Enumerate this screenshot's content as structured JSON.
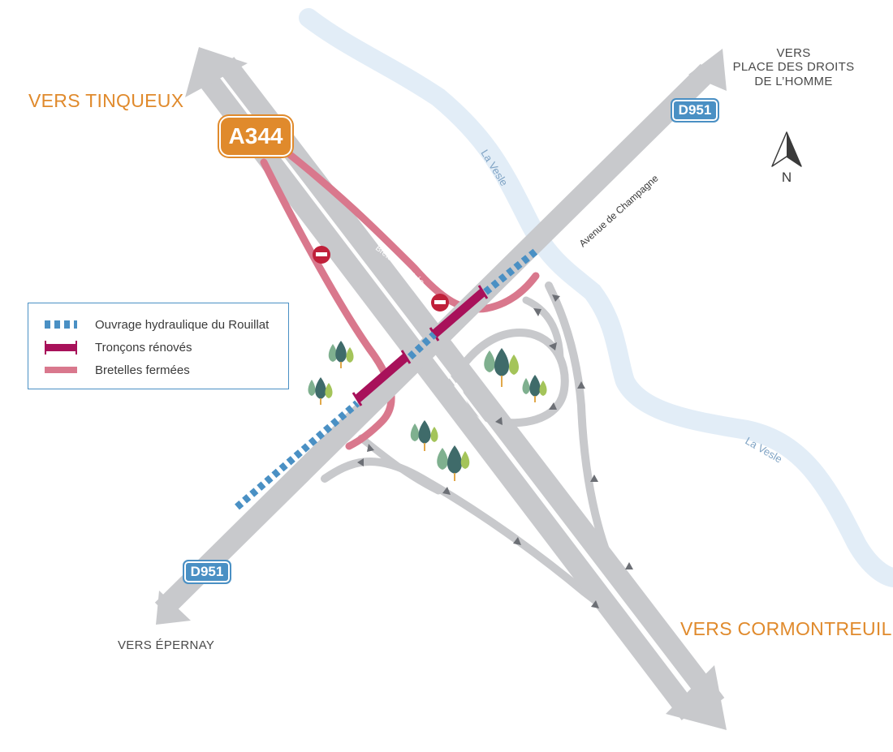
{
  "destinations": {
    "tinqueux": "VERS TINQUEUX",
    "cormontreuil": "VERS CORMONTREUIL",
    "epernay": "VERS ÉPERNAY",
    "place_droits_homme": [
      "VERS",
      "PLACE DES DROITS",
      "DE L’HOMME"
    ]
  },
  "roads": {
    "motorway_shield": "A344",
    "departmental_shield_ne": "D951",
    "departmental_shield_sw": "D951",
    "avenue_label": "Avenue de Champagne",
    "entry_ramp_label": "Bretelle d’entrée",
    "exit_ramp_label": "Bretelle de sortie"
  },
  "river": {
    "label_north": "La Vesle",
    "label_south": "La Vesle"
  },
  "compass": {
    "label": "N"
  },
  "legend": {
    "items": [
      {
        "key": "hydraulic",
        "label": "Ouvrage hydraulique du Rouillat"
      },
      {
        "key": "renovated",
        "label": "Tronçons rénovés"
      },
      {
        "key": "closed",
        "label": "Bretelles fermées"
      }
    ]
  },
  "colors": {
    "road": "#c8c9cc",
    "road_line": "#ffffff",
    "river": "#e2edf7",
    "hydraulic": "#4a90c4",
    "renovated": "#a8115a",
    "closed_ramp": "#d9788d",
    "no_entry": "#c0203a",
    "accent_orange": "#e08a2c",
    "shield_blue": "#4a90c4",
    "arrow": "#6c6f75"
  }
}
